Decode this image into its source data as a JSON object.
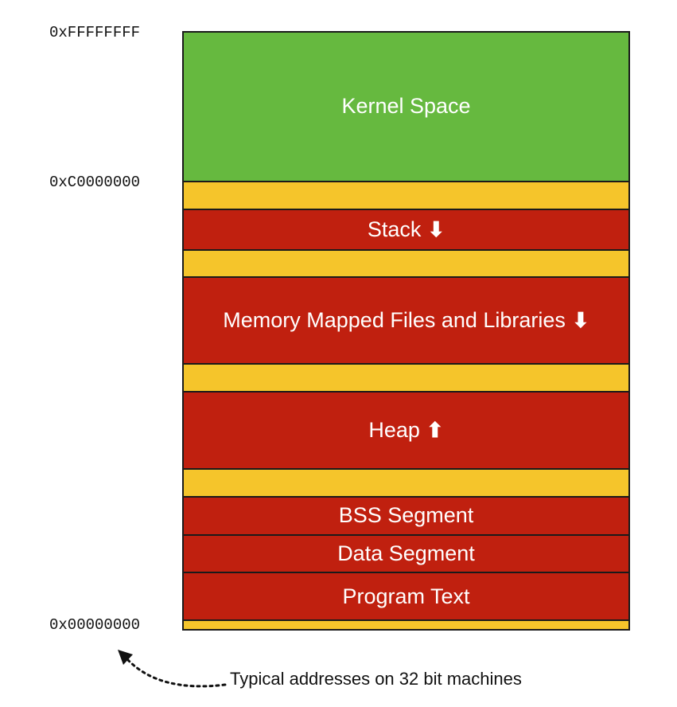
{
  "addresses": {
    "top": "0xFFFFFFFF",
    "kernel_boundary": "0xC0000000",
    "bottom": "0x00000000"
  },
  "segments": [
    {
      "label": "Kernel Space",
      "kind": "kernel",
      "color": "#66b93f",
      "arrow": ""
    },
    {
      "label": "",
      "kind": "gap",
      "color": "#f5c52b",
      "arrow": ""
    },
    {
      "label": "Stack",
      "kind": "region",
      "color": "#c0200f",
      "arrow": "down"
    },
    {
      "label": "",
      "kind": "gap",
      "color": "#f5c52b",
      "arrow": ""
    },
    {
      "label": "Memory Mapped Files and Libraries",
      "kind": "region",
      "color": "#c0200f",
      "arrow": "down"
    },
    {
      "label": "",
      "kind": "gap",
      "color": "#f5c52b",
      "arrow": ""
    },
    {
      "label": "Heap",
      "kind": "region",
      "color": "#c0200f",
      "arrow": "up"
    },
    {
      "label": "",
      "kind": "gap",
      "color": "#f5c52b",
      "arrow": ""
    },
    {
      "label": "BSS Segment",
      "kind": "region",
      "color": "#c0200f",
      "arrow": ""
    },
    {
      "label": "Data Segment",
      "kind": "region",
      "color": "#c0200f",
      "arrow": ""
    },
    {
      "label": "Program Text",
      "kind": "region",
      "color": "#c0200f",
      "arrow": ""
    },
    {
      "label": "",
      "kind": "gap",
      "color": "#f5c52b",
      "arrow": ""
    }
  ],
  "caption": "Typical addresses on 32 bit machines"
}
